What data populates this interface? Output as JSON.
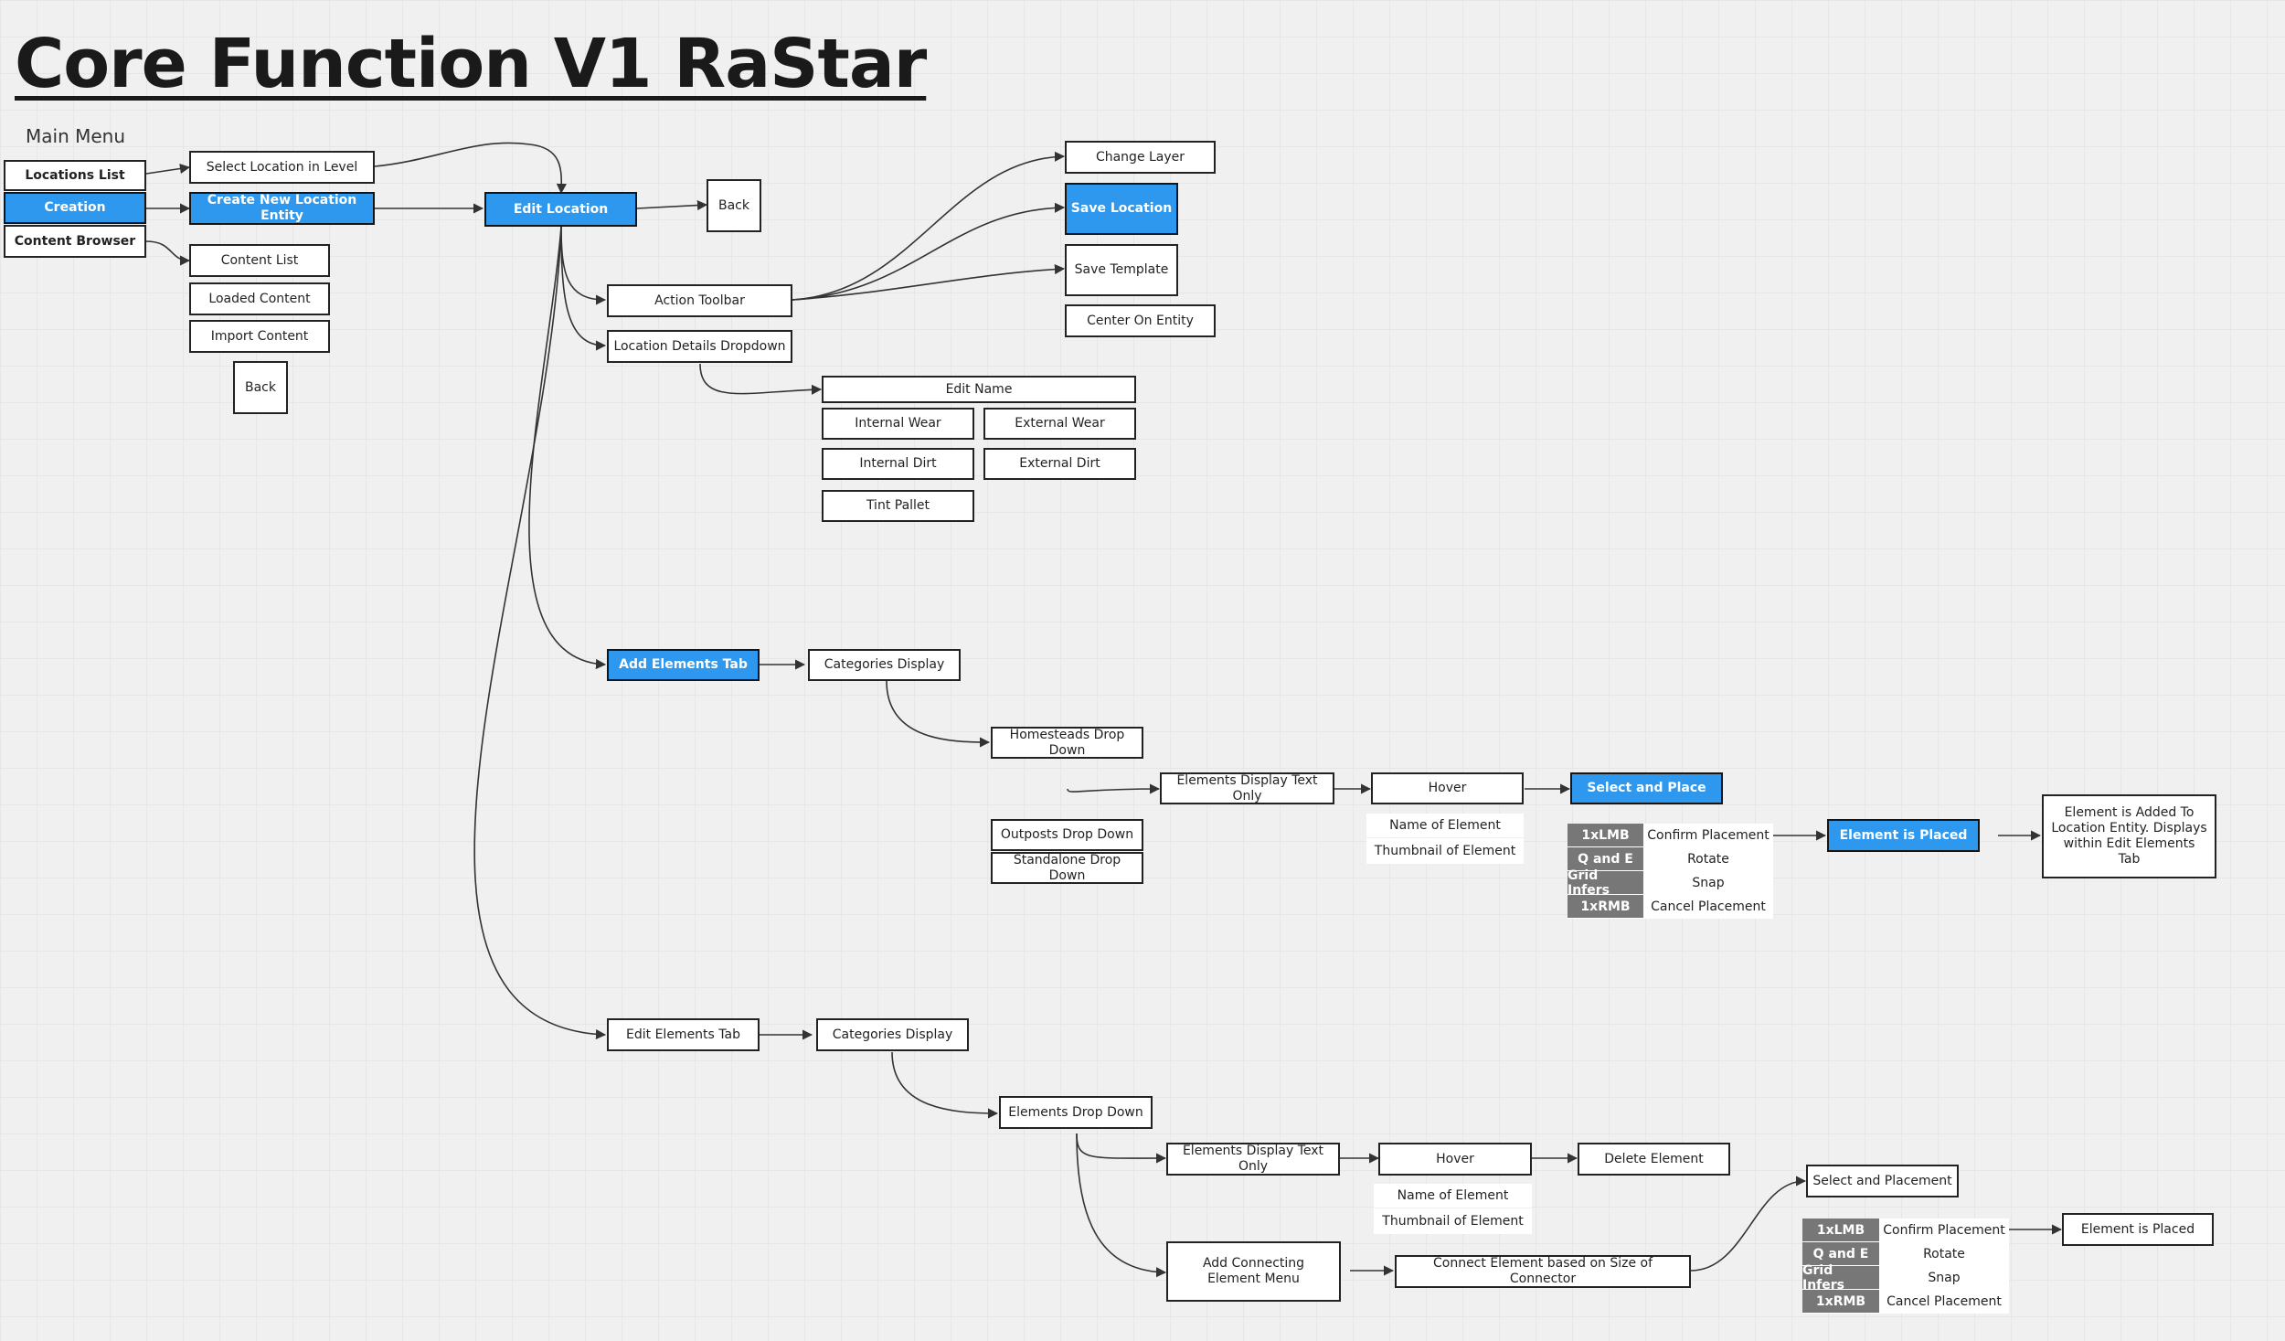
{
  "title": "Core Function V1 RaStar",
  "main_menu_label": "Main Menu",
  "nodes": {
    "locations_list": "Locations List",
    "creation": "Creation",
    "content_browser": "Content Browser",
    "select_location": "Select Location in Level",
    "create_new_location": "Create New Location Entity",
    "content_list": "Content List",
    "loaded_content": "Loaded Content",
    "import_content": "Import Content",
    "back_menu": "Back",
    "edit_location": "Edit Location",
    "back_edit": "Back",
    "action_toolbar": "Action Toolbar",
    "location_details_dropdown": "Location Details Dropdown",
    "change_layer": "Change Layer",
    "save_location": "Save Location",
    "save_template": "Save Template",
    "center_on_entity": "Center On Entity",
    "edit_name": "Edit Name",
    "internal_wear": "Internal Wear",
    "external_wear": "External Wear",
    "internal_dirt": "Internal Dirt",
    "external_dirt": "External Dirt",
    "tint_pallet": "Tint Pallet",
    "add_elements_tab": "Add Elements Tab",
    "categories_display_add": "Categories Display",
    "homesteads_drop_down": "Homesteads Drop Down",
    "outposts_drop_down": "Outposts Drop Down",
    "standalone_drop_down": "Standalone Drop Down",
    "elements_display_text_add": "Elements Display Text Only",
    "hover_add": "Hover",
    "select_and_place": "Select and Place",
    "element_is_placed_add": "Element is Placed",
    "element_added": "Element is Added To Location Entity. Displays within Edit Elements Tab",
    "edit_elements_tab": "Edit Elements Tab",
    "categories_display_edit": "Categories Display",
    "elements_drop_down": "Elements Drop Down",
    "elements_display_text_edit": "Elements Display Text Only",
    "hover_edit": "Hover",
    "delete_element": "Delete Element",
    "add_connecting_element_menu": "Add Connecting Element Menu",
    "connect_element": "Connect Element based on Size of Connector",
    "select_and_placement": "Select and Placement",
    "element_is_placed_edit": "Element is Placed"
  },
  "hover_notes_add": {
    "name": "Name of Element",
    "thumbnail": "Thumbnail of Element"
  },
  "hover_notes_edit": {
    "name": "Name of Element",
    "thumbnail": "Thumbnail of Element"
  },
  "controls_add": [
    {
      "key": "1xLMB",
      "action": "Confirm Placement"
    },
    {
      "key": "Q and E",
      "action": "Rotate"
    },
    {
      "key": "Grid Infers",
      "action": "Snap"
    },
    {
      "key": "1xRMB",
      "action": "Cancel Placement"
    }
  ],
  "controls_edit": [
    {
      "key": "1xLMB",
      "action": "Confirm Placement"
    },
    {
      "key": "Q and E",
      "action": "Rotate"
    },
    {
      "key": "Grid Infers",
      "action": "Snap"
    },
    {
      "key": "1xRMB",
      "action": "Cancel Placement"
    }
  ],
  "colors": {
    "accent_blue": "#2e97ee",
    "key_gray": "#777777",
    "line": "#333333"
  }
}
